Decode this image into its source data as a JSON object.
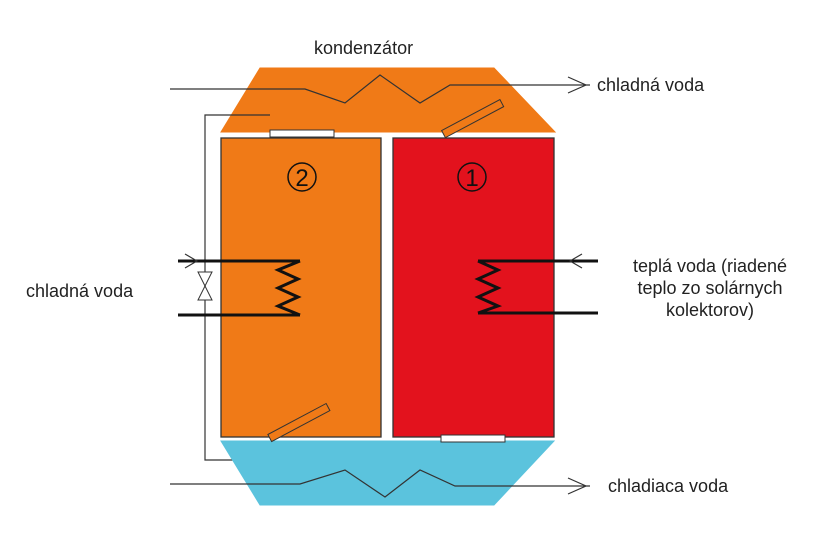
{
  "labels": {
    "condenser": "kondenzátor",
    "cold_water_right": "chladná voda",
    "cold_water_left": "chladná voda",
    "warm_water_line1": "teplá voda (riadené",
    "warm_water_line2": "teplo zo solárnych",
    "warm_water_line3": "kolektorov)",
    "cooling_water": "chladiaca voda"
  },
  "chambers": [
    {
      "id": "2",
      "color": "#F07A17"
    },
    {
      "id": "1",
      "color": "#E3121D"
    }
  ],
  "colors": {
    "condenser": "#F07A17",
    "evaporator": "#5BC3DD",
    "outline": "#333333",
    "pipe": "#111111"
  }
}
